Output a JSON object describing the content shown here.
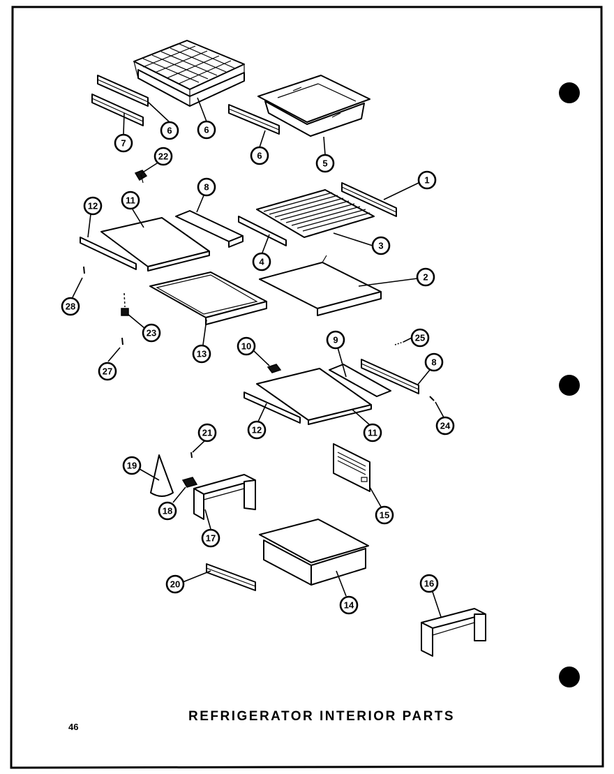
{
  "title": "REFRIGERATOR INTERIOR PARTS",
  "page_number": "46",
  "callouts": [
    {
      "id": "c-7",
      "label": "7"
    },
    {
      "id": "c-6a",
      "label": "6"
    },
    {
      "id": "c-6b",
      "label": "6"
    },
    {
      "id": "c-6c",
      "label": "6"
    },
    {
      "id": "c-5",
      "label": "5"
    },
    {
      "id": "c-22",
      "label": "22"
    },
    {
      "id": "c-8a",
      "label": "8"
    },
    {
      "id": "c-1",
      "label": "1"
    },
    {
      "id": "c-12a",
      "label": "12"
    },
    {
      "id": "c-11a",
      "label": "11"
    },
    {
      "id": "c-3",
      "label": "3"
    },
    {
      "id": "c-4",
      "label": "4"
    },
    {
      "id": "c-2",
      "label": "2"
    },
    {
      "id": "c-28",
      "label": "28"
    },
    {
      "id": "c-23",
      "label": "23"
    },
    {
      "id": "c-13",
      "label": "13"
    },
    {
      "id": "c-27",
      "label": "27"
    },
    {
      "id": "c-10a",
      "label": "10"
    },
    {
      "id": "c-9",
      "label": "9"
    },
    {
      "id": "c-25",
      "label": "25"
    },
    {
      "id": "c-8b",
      "label": "8"
    },
    {
      "id": "c-12b",
      "label": "12"
    },
    {
      "id": "c-11b",
      "label": "11"
    },
    {
      "id": "c-24",
      "label": "24"
    },
    {
      "id": "c-21",
      "label": "21"
    },
    {
      "id": "c-19",
      "label": "19"
    },
    {
      "id": "c-10b",
      "label": "18"
    },
    {
      "id": "c-15",
      "label": "15"
    },
    {
      "id": "c-17",
      "label": "17"
    },
    {
      "id": "c-20",
      "label": "20"
    },
    {
      "id": "c-14",
      "label": "14"
    },
    {
      "id": "c-16",
      "label": "16"
    }
  ]
}
